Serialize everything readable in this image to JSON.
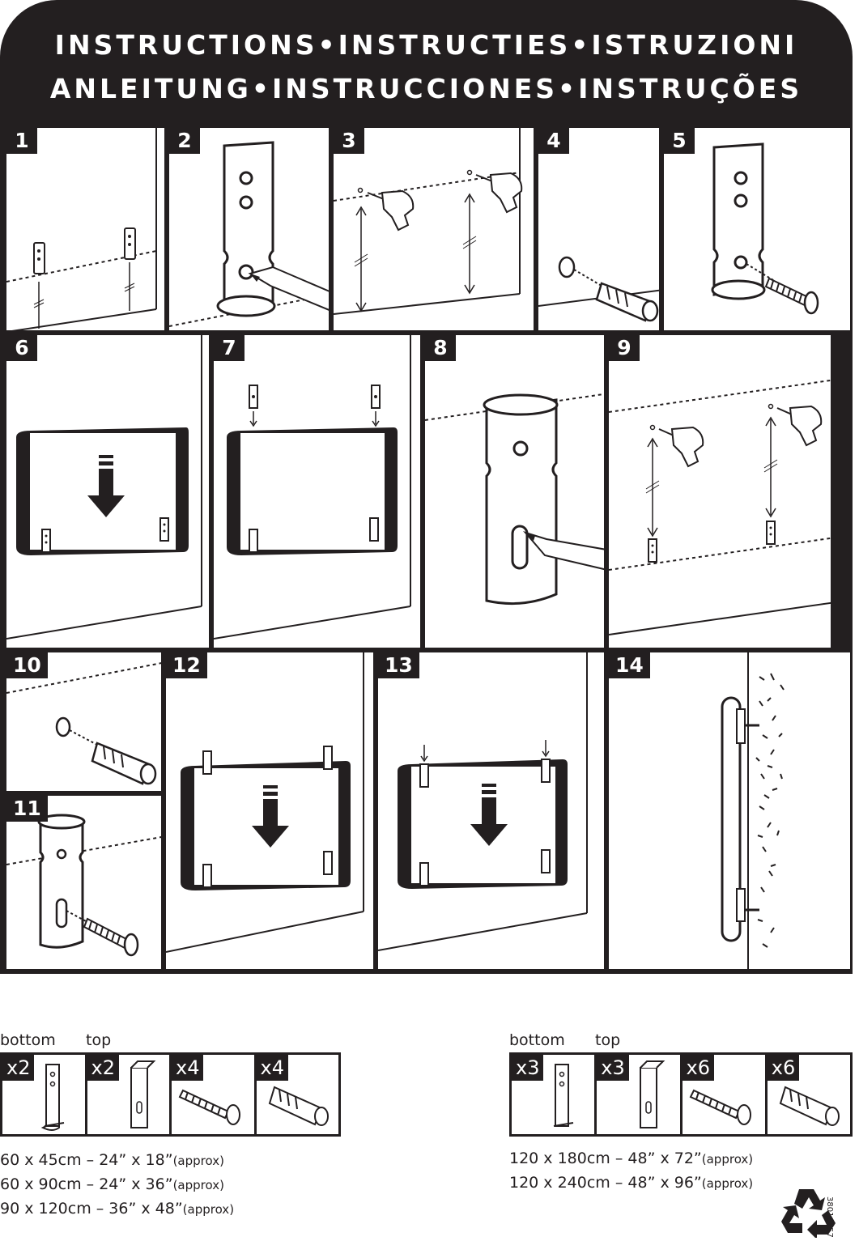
{
  "header": {
    "line1": "INSTRUCTIONS•INSTRUCTIES•ISTRUZIONI",
    "line2": "ANLEITUNG•INSTRUCCIONES•INSTRUÇÕES"
  },
  "steps": [
    "1",
    "2",
    "3",
    "4",
    "5",
    "6",
    "7",
    "8",
    "9",
    "10",
    "11",
    "12",
    "13",
    "14"
  ],
  "kits": [
    {
      "bottom_label": "bottom",
      "top_label": "top",
      "quantities": [
        "x2",
        "x2",
        "x4",
        "x4"
      ],
      "sizes": [
        {
          "size": "60 x 45cm – 24” x 18”",
          "note": "(approx)"
        },
        {
          "size": "60 x 90cm – 24” x 36”",
          "note": "(approx)"
        },
        {
          "size": "90 x 120cm – 36” x 48”",
          "note": "(approx)"
        }
      ]
    },
    {
      "bottom_label": "bottom",
      "top_label": "top",
      "quantities": [
        "x3",
        "x3",
        "x6",
        "x6"
      ],
      "sizes": [
        {
          "size": "120 x 180cm – 48” x 72”",
          "note": "(approx)"
        },
        {
          "size": "120 x 240cm – 48” x 96”",
          "note": "(approx)"
        }
      ]
    }
  ],
  "product_code": "38010157",
  "icons": [
    "bracket-icon",
    "bracket-top-icon",
    "screw-icon",
    "wall-plug-icon",
    "drill-icon",
    "pencil-icon",
    "arrow-down-icon",
    "recycle-icon"
  ]
}
